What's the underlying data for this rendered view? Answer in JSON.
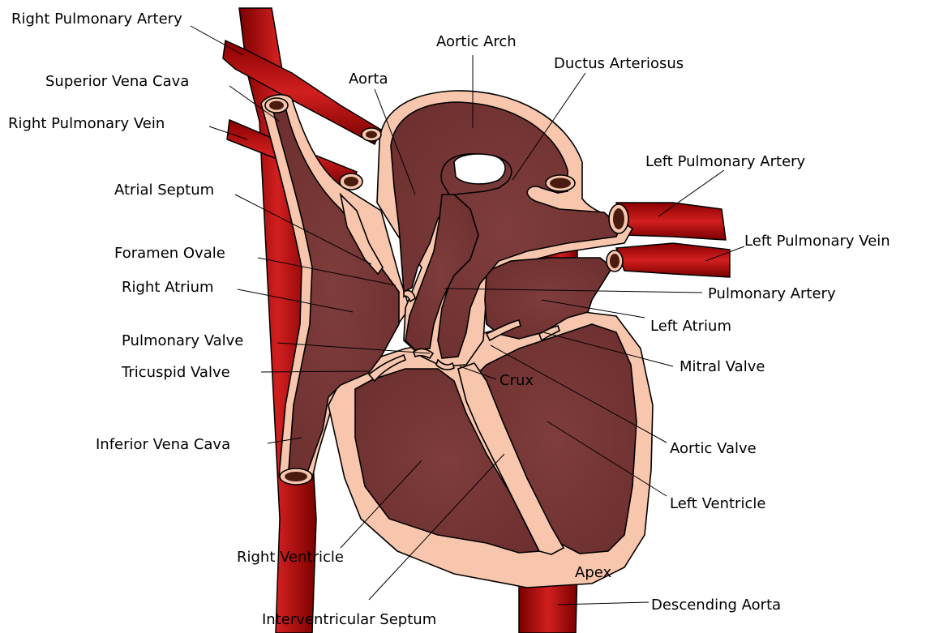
{
  "colors": {
    "wall": "#f7c6ad",
    "chamber": "#7f3d3d",
    "lumen": "#4a1c10",
    "vessel_dark": "#8a0000",
    "vessel_light": "#d11f1f"
  },
  "labels": {
    "right_pulmonary_artery": "Right Pulmonary Artery",
    "superior_vena_cava": "Superior Vena Cava",
    "right_pulmonary_vein": "Right Pulmonary Vein",
    "atrial_septum": "Atrial Septum",
    "foramen_ovale": "Foramen Ovale",
    "right_atrium": "Right Atrium",
    "pulmonary_valve": "Pulmonary Valve",
    "tricuspid_valve": "Tricuspid Valve",
    "inferior_vena_cava": "Inferior Vena Cava",
    "right_ventricle": "Right Ventricle",
    "interventricular_septum": "Interventricular Septum",
    "aorta": "Aorta",
    "aortic_arch": "Aortic Arch",
    "ductus_arteriosus": "Ductus Arteriosus",
    "left_pulmonary_artery": "Left Pulmonary Artery",
    "left_pulmonary_vein": "Left Pulmonary Vein",
    "pulmonary_artery": "Pulmonary Artery",
    "left_atrium": "Left Atrium",
    "mitral_valve": "Mitral Valve",
    "crux": "Crux",
    "aortic_valve": "Aortic Valve",
    "left_ventricle": "Left Ventricle",
    "apex": "Apex",
    "descending_aorta": "Descending Aorta"
  }
}
